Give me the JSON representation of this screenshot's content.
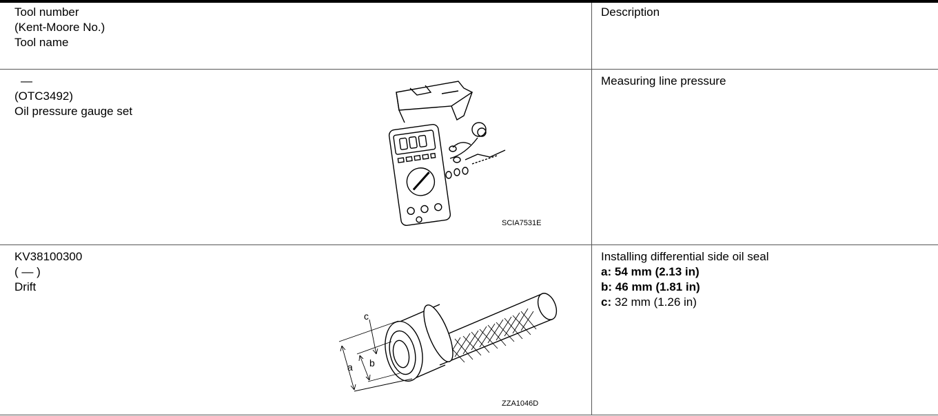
{
  "header": {
    "tool_col": [
      "Tool number",
      "(Kent-Moore No.)",
      "Tool name"
    ],
    "desc_col": "Description"
  },
  "rows": [
    {
      "tool_number": "—",
      "kent_moore": "(OTC3492)",
      "tool_name": "Oil pressure gauge set",
      "figure_code": "SCIA7531E",
      "figure_icon": "oil-pressure-gauge-set-illustration",
      "description": "Measuring line pressure"
    },
    {
      "tool_number": "KV38100300",
      "kent_moore": "( — )",
      "tool_name": "Drift",
      "figure_code": "ZZA1046D",
      "figure_icon": "drift-tool-illustration",
      "figure_labels": {
        "a": "a",
        "b": "b",
        "c": "c"
      },
      "description": "Installing differential side oil seal",
      "specs": [
        {
          "label": "a:",
          "value": "54 mm (2.13 in)",
          "value_bold": true
        },
        {
          "label": "b:",
          "value": "46 mm (1.81 in)",
          "value_bold": true
        },
        {
          "label": "c:",
          "value": "32 mm (1.26 in)",
          "value_bold": false
        }
      ]
    }
  ]
}
